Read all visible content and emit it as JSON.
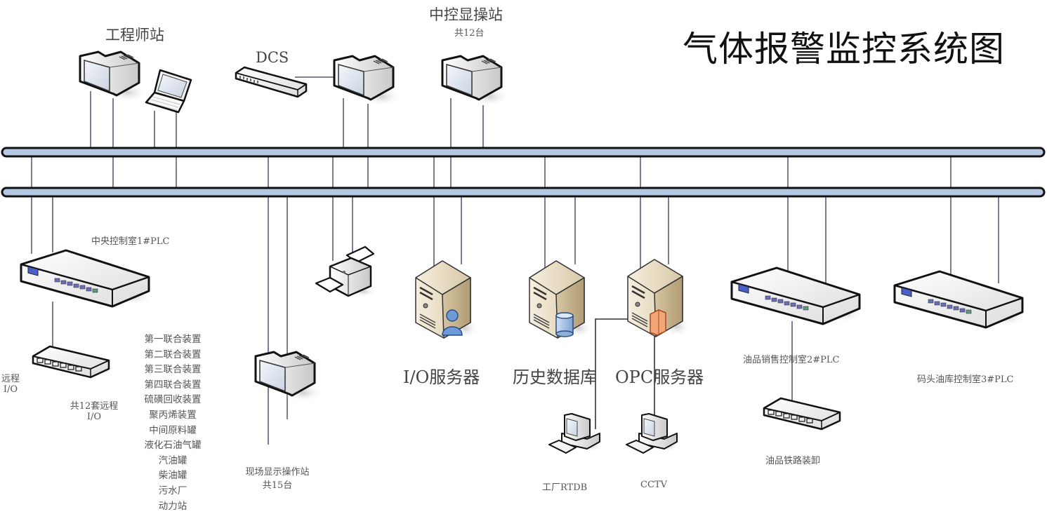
{
  "diagram": {
    "title": "气体报警监控系统图",
    "network": {
      "bus_count": 2,
      "bus_color": "#b4c8e4"
    },
    "top_nodes": {
      "engineer_station": {
        "label": "工程师站",
        "icons": [
          "crt-monitor",
          "laptop"
        ]
      },
      "dcs": {
        "label": "DCS",
        "icons": [
          "dcs-switch",
          "crt-monitor"
        ]
      },
      "central_operator_station": {
        "label": "中控显操站",
        "count_label": "共12台",
        "icons": [
          "crt-monitor"
        ]
      }
    },
    "bottom_nodes": {
      "plc1": {
        "label": "中央控制室1#PLC"
      },
      "remote_io": {
        "label_line1": "远程",
        "label_line2": "I/O",
        "count_line1": "共12套远程",
        "count_line2": "I/O"
      },
      "units": [
        "第一联合装置",
        "第二联合装置",
        "第三联合装置",
        "第四联合装置",
        "硫磺回收装置",
        "聚丙烯装置",
        "中间原料罐",
        "液化石油气罐",
        "汽油罐",
        "柴油罐",
        "污水厂",
        "动力站"
      ],
      "field_station": {
        "label": "现场显示操作站",
        "count_label": "共15台"
      },
      "printer": {
        "label": ""
      },
      "io_server": {
        "label": "I/O服务器"
      },
      "history_db": {
        "label": "历史数据库"
      },
      "opc_server": {
        "label": "OPC服务器"
      },
      "plant_rtdb": {
        "label": "工厂RTDB"
      },
      "cctv": {
        "label": "CCTV"
      },
      "plc2": {
        "label": "油品销售控制室2#PLC"
      },
      "rail_loading": {
        "label": "油品铁路装卸"
      },
      "plc3": {
        "label": "码头油库控制室3#PLC"
      }
    }
  }
}
